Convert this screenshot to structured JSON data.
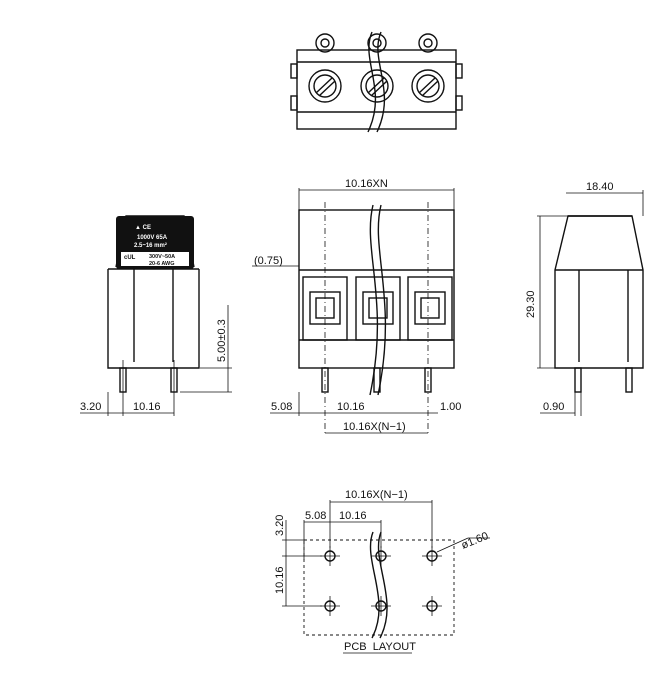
{
  "dimensions": {
    "pitch_n": "10.16XN",
    "depth": "18.40",
    "height": "29.30",
    "pin_offset": "(0.75)",
    "pin_length": "5.00±0.3",
    "side_offset": "3.20",
    "side_pitch": "10.16",
    "front_offset": "5.08",
    "front_pitch": "10.16",
    "pin_width": "1.00",
    "total_pitch": "10.16X(N−1)",
    "right_offset": "0.90"
  },
  "pcb": {
    "total_pitch": "10.16X(N−1)",
    "offset_x": "5.08",
    "pitch_x": "10.16",
    "offset_y": "3.20",
    "pitch_y": "10.16",
    "hole": "ø1.60",
    "title": "PCB  LAYOUT"
  },
  "label": {
    "rating_v": "1000V 65A",
    "wire": "2.5~16 mm²",
    "ul_rating": "300V~50A",
    "awg": "20-6 AWG"
  }
}
